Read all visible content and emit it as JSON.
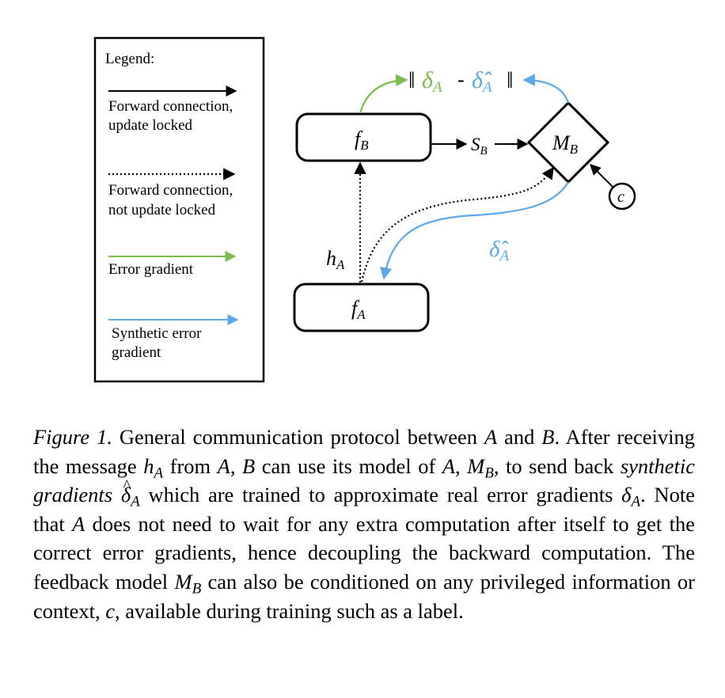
{
  "legend": {
    "title": "Legend:",
    "items": [
      {
        "text_line1": "Forward connection,",
        "text_line2": "update locked",
        "style": "solid",
        "color": "#000000"
      },
      {
        "text_line1": "Forward connection,",
        "text_line2": "not update locked",
        "style": "dotted",
        "color": "#000000"
      },
      {
        "text_line1": "Error gradient",
        "text_line2": "",
        "style": "solid",
        "color": "#7cbd4f"
      },
      {
        "text_line1": "Synthetic error",
        "text_line2": "gradient",
        "style": "solid",
        "color": "#5da8e8"
      }
    ]
  },
  "nodes": {
    "fB": {
      "base": "f",
      "sub": "B"
    },
    "fA": {
      "base": "f",
      "sub": "A"
    },
    "MB": {
      "base": "M",
      "sub": "B"
    },
    "c": {
      "label": "c"
    },
    "SB": {
      "base": "S",
      "sub": "B"
    },
    "hA": {
      "base": "h",
      "sub": "A"
    }
  },
  "error_expr": {
    "open": "‖",
    "delta": "δ",
    "sub": "A",
    "minus": "-",
    "delta_hat": "δ̂",
    "sub2": "A",
    "close": "‖"
  },
  "synthetic_label": {
    "delta_hat": "δ̂",
    "sub": "A"
  },
  "colors": {
    "error_gradient": "#7cbd4f",
    "synthetic_gradient": "#5da8e8",
    "forward": "#000000"
  },
  "caption": {
    "label": "Figure 1.",
    "parts": {
      "p1": " General communication protocol between ",
      "A1": "A",
      "p2": " and ",
      "B1": "B",
      "p3": ". After receiving the message ",
      "h": "h",
      "hsub": "A",
      "p4": " from ",
      "A2": "A",
      "p5": ", ",
      "B2": "B",
      "p6": " can use its model of ",
      "A3": "A",
      "p7": ", ",
      "M": "M",
      "Msub": "B",
      "p8": ", to send back ",
      "synth": "synthetic gradients",
      "p9": " ",
      "dhat": "δ",
      "dhatsub": "A",
      "p10": " which are trained to approximate real error gradients ",
      "d": "δ",
      "dsub": "A",
      "p11": ". Note that ",
      "A4": "A",
      "p12": " does not need to wait for any extra computation after itself to get the correct error gradients, hence decoupling the backward computation. The feedback model ",
      "M2": "M",
      "M2sub": "B",
      "p13": " can also be conditioned on any privileged information or context, ",
      "c": "c",
      "p14": ", available during training such as a label."
    }
  }
}
